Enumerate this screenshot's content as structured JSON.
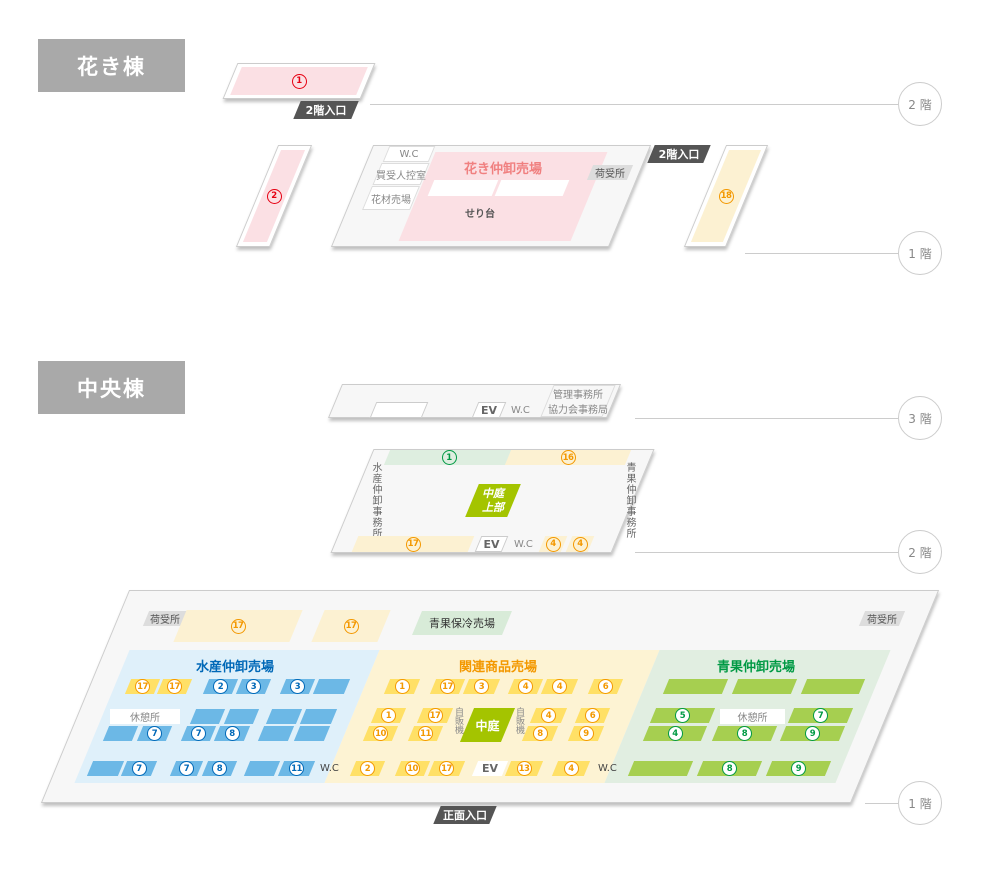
{
  "hana": {
    "title": "花き棟",
    "f2": {
      "stall": "1",
      "entrance": "2階入口"
    },
    "f1": {
      "left_stall": "2",
      "wc": "W.C",
      "buyer_room": "買受人控室",
      "materials": "花材売場",
      "market": "花き仲卸売場",
      "auction": "せり台",
      "receiving": "荷受所",
      "entrance": "2階入口",
      "right_stall": "18"
    }
  },
  "chuo": {
    "title": "中央棟",
    "f3": {
      "ev": "EV",
      "wc": "W.C",
      "office1": "管理事務所",
      "office2": "協力会事務局"
    },
    "f2": {
      "stall_top_left": "1",
      "stall_top_right": "16",
      "left_office": "水産仲卸事務所",
      "right_office": "青果仲卸事務所",
      "courtyard": "中庭上部",
      "stall_bottom": "17",
      "ev": "EV",
      "wc": "W.C",
      "stall_b1": "4",
      "stall_b2": "4"
    },
    "f1": {
      "receiving_left": "荷受所",
      "receiving_right": "荷受所",
      "top_stall_1": "17",
      "top_stall_2": "17",
      "cold_storage": "青果保冷売場",
      "entrance": "正面入口",
      "suisan": {
        "title": "水産仲卸売場",
        "rest": "休憩所",
        "wc": "W.C",
        "stalls": [
          "17",
          "17",
          "2",
          "3",
          "3",
          "7",
          "7",
          "8",
          "7",
          "7",
          "8",
          "11"
        ]
      },
      "kanren": {
        "title": "関連商品売場",
        "vending": "自販機",
        "courtyard": "中庭",
        "ev": "EV",
        "wc": "W.C",
        "stalls": [
          "1",
          "17",
          "3",
          "4",
          "4",
          "6",
          "1",
          "17",
          "4",
          "6",
          "10",
          "11",
          "8",
          "9",
          "2",
          "10",
          "17",
          "13",
          "4"
        ]
      },
      "seika": {
        "title": "青果仲卸売場",
        "rest": "休憩所",
        "stalls": [
          "5",
          "7",
          "4",
          "8",
          "9",
          "8",
          "9"
        ]
      }
    }
  },
  "floors": {
    "f1": "1 階",
    "f2": "2 階",
    "f3": "3 階"
  },
  "colors": {
    "suisan": "#0068b7",
    "kanren": "#f39800",
    "seika": "#009944",
    "hana": "#e60012",
    "courtyard": "#a4c400"
  }
}
